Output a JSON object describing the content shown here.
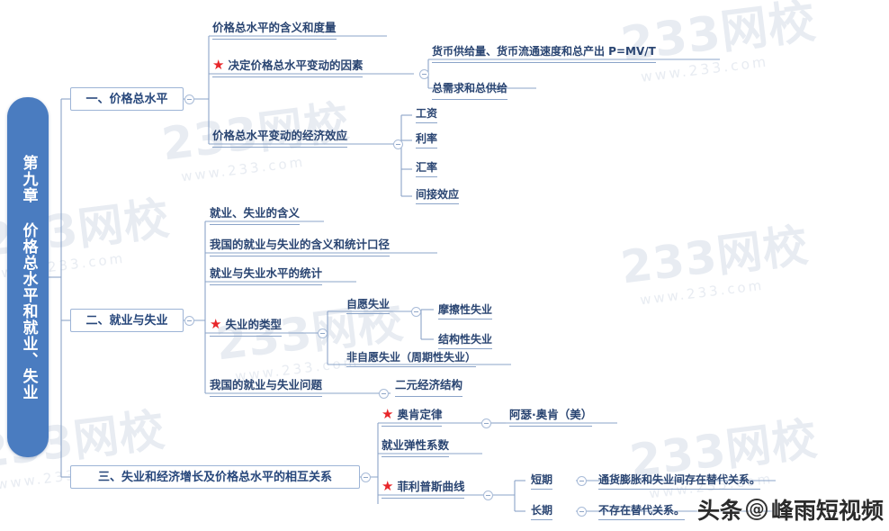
{
  "root": {
    "label": "第九章 价格总水平和就业、失业",
    "color": "#4a7cc0"
  },
  "watermark": {
    "site": "233网校",
    "site_url": "www.233.com",
    "channel_platform": "头条",
    "channel_at": "@",
    "channel_name": "峰雨短视频"
  },
  "icons": {
    "star": "★",
    "collapse": "collapse-toggle-icon"
  },
  "colors": {
    "root_fill": "#4a7cc0",
    "node_border": "#9db4d6",
    "text": "#2a4572",
    "star": "#e8262a",
    "wire": "#8ba4c8"
  },
  "sections": [
    {
      "id": "s1",
      "label": "一、价格总水平",
      "children": [
        {
          "id": "s1c1",
          "label": "价格总水平的含义和度量",
          "star": false,
          "children": []
        },
        {
          "id": "s1c2",
          "label": "决定价格总水平变动的因素",
          "star": true,
          "children": [
            {
              "id": "s1c2a",
              "label": "货币供给量、货币流通速度和总产出 P=MV/T"
            },
            {
              "id": "s1c2b",
              "label": "总需求和总供给"
            }
          ]
        },
        {
          "id": "s1c3",
          "label": "价格总水平变动的经济效应",
          "star": false,
          "children": [
            {
              "id": "s1c3a",
              "label": "工资"
            },
            {
              "id": "s1c3b",
              "label": "利率"
            },
            {
              "id": "s1c3c",
              "label": "汇率"
            },
            {
              "id": "s1c3d",
              "label": "间接效应"
            }
          ]
        }
      ]
    },
    {
      "id": "s2",
      "label": "二、就业与失业",
      "children": [
        {
          "id": "s2c1",
          "label": "就业、失业的含义",
          "star": false,
          "children": []
        },
        {
          "id": "s2c2",
          "label": "我国的就业与失业的含义和统计口径",
          "star": false,
          "children": []
        },
        {
          "id": "s2c3",
          "label": "就业与失业水平的统计",
          "star": false,
          "children": []
        },
        {
          "id": "s2c4",
          "label": "失业的类型",
          "star": true,
          "children": [
            {
              "id": "s2c4a",
              "label": "自愿失业",
              "children": [
                {
                  "id": "s2c4a1",
                  "label": "摩擦性失业"
                },
                {
                  "id": "s2c4a2",
                  "label": "结构性失业"
                }
              ]
            },
            {
              "id": "s2c4b",
              "label": "非自愿失业（周期性失业）",
              "children": []
            }
          ]
        },
        {
          "id": "s2c5",
          "label": "我国的就业与失业问题",
          "star": false,
          "children": [
            {
              "id": "s2c5a",
              "label": "二元经济结构"
            }
          ]
        }
      ]
    },
    {
      "id": "s3",
      "label": "三、失业和经济增长及价格总水平的相互关系",
      "children": [
        {
          "id": "s3c1",
          "label": "奥肯定律",
          "star": true,
          "children": [
            {
              "id": "s3c1a",
              "label": "阿瑟·奥肯（美）"
            }
          ]
        },
        {
          "id": "s3c2",
          "label": "就业弹性系数",
          "star": false,
          "children": []
        },
        {
          "id": "s3c3",
          "label": "菲利普斯曲线",
          "star": true,
          "children": [
            {
              "id": "s3c3a",
              "label": "短期",
              "detail": "通货膨胀和失业间存在替代关系。"
            },
            {
              "id": "s3c3b",
              "label": "长期",
              "detail": "不存在替代关系。"
            }
          ]
        }
      ]
    }
  ]
}
